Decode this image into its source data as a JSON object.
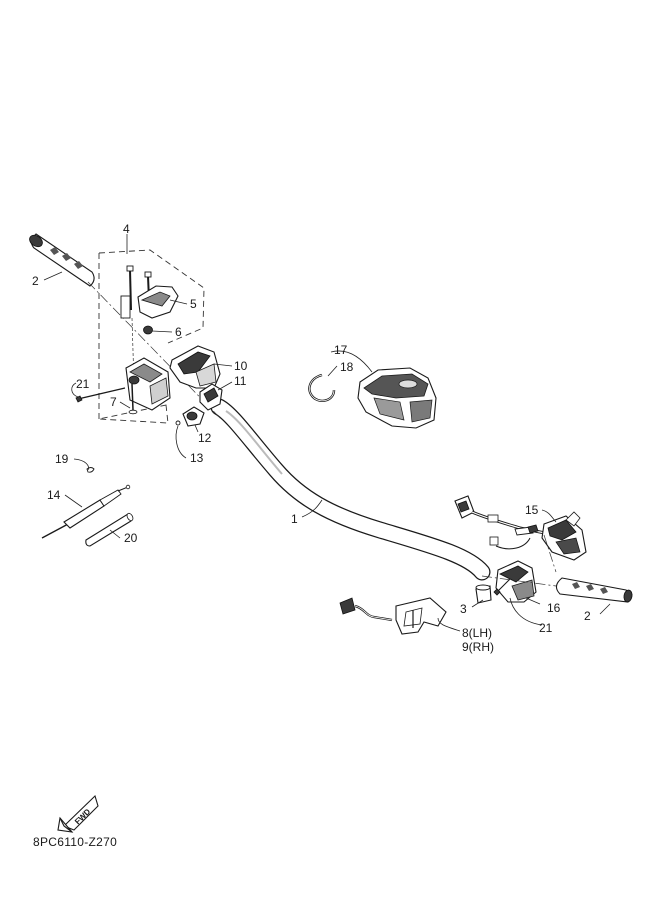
{
  "callouts": {
    "c1": "1",
    "c2a": "2",
    "c2b": "2",
    "c3": "3",
    "c4": "4",
    "c5": "5",
    "c6": "6",
    "c7": "7",
    "c8": "8(LH)",
    "c9": "9(RH)",
    "c10": "10",
    "c11": "11",
    "c12": "12",
    "c13": "13",
    "c14": "14",
    "c15": "15",
    "c16": "16",
    "c17": "17",
    "c18": "18",
    "c19": "19",
    "c20": "20",
    "c21a": "21",
    "c21b": "21"
  },
  "fwd_label": "FWD",
  "diagram_code": "8PC6110-Z270"
}
